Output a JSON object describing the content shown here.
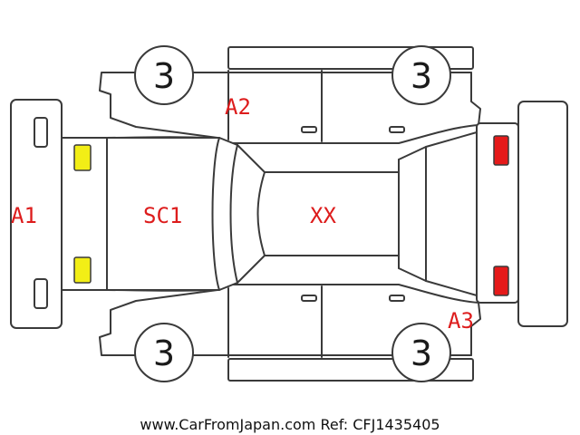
{
  "diagram": {
    "tires": {
      "front_left": "3",
      "rear_left": "3",
      "front_right": "3",
      "rear_right": "3"
    },
    "damage_codes": {
      "front_bumper": "A1",
      "front_left_door": "A2",
      "hood": "SC1",
      "roof": "XX",
      "rear_right": "A3"
    },
    "lights": {
      "front_color": "#f2ee16",
      "rear_color": "#e51a1a"
    },
    "footer": "www.CarFromJapan.com Ref: CFJ1435405"
  }
}
